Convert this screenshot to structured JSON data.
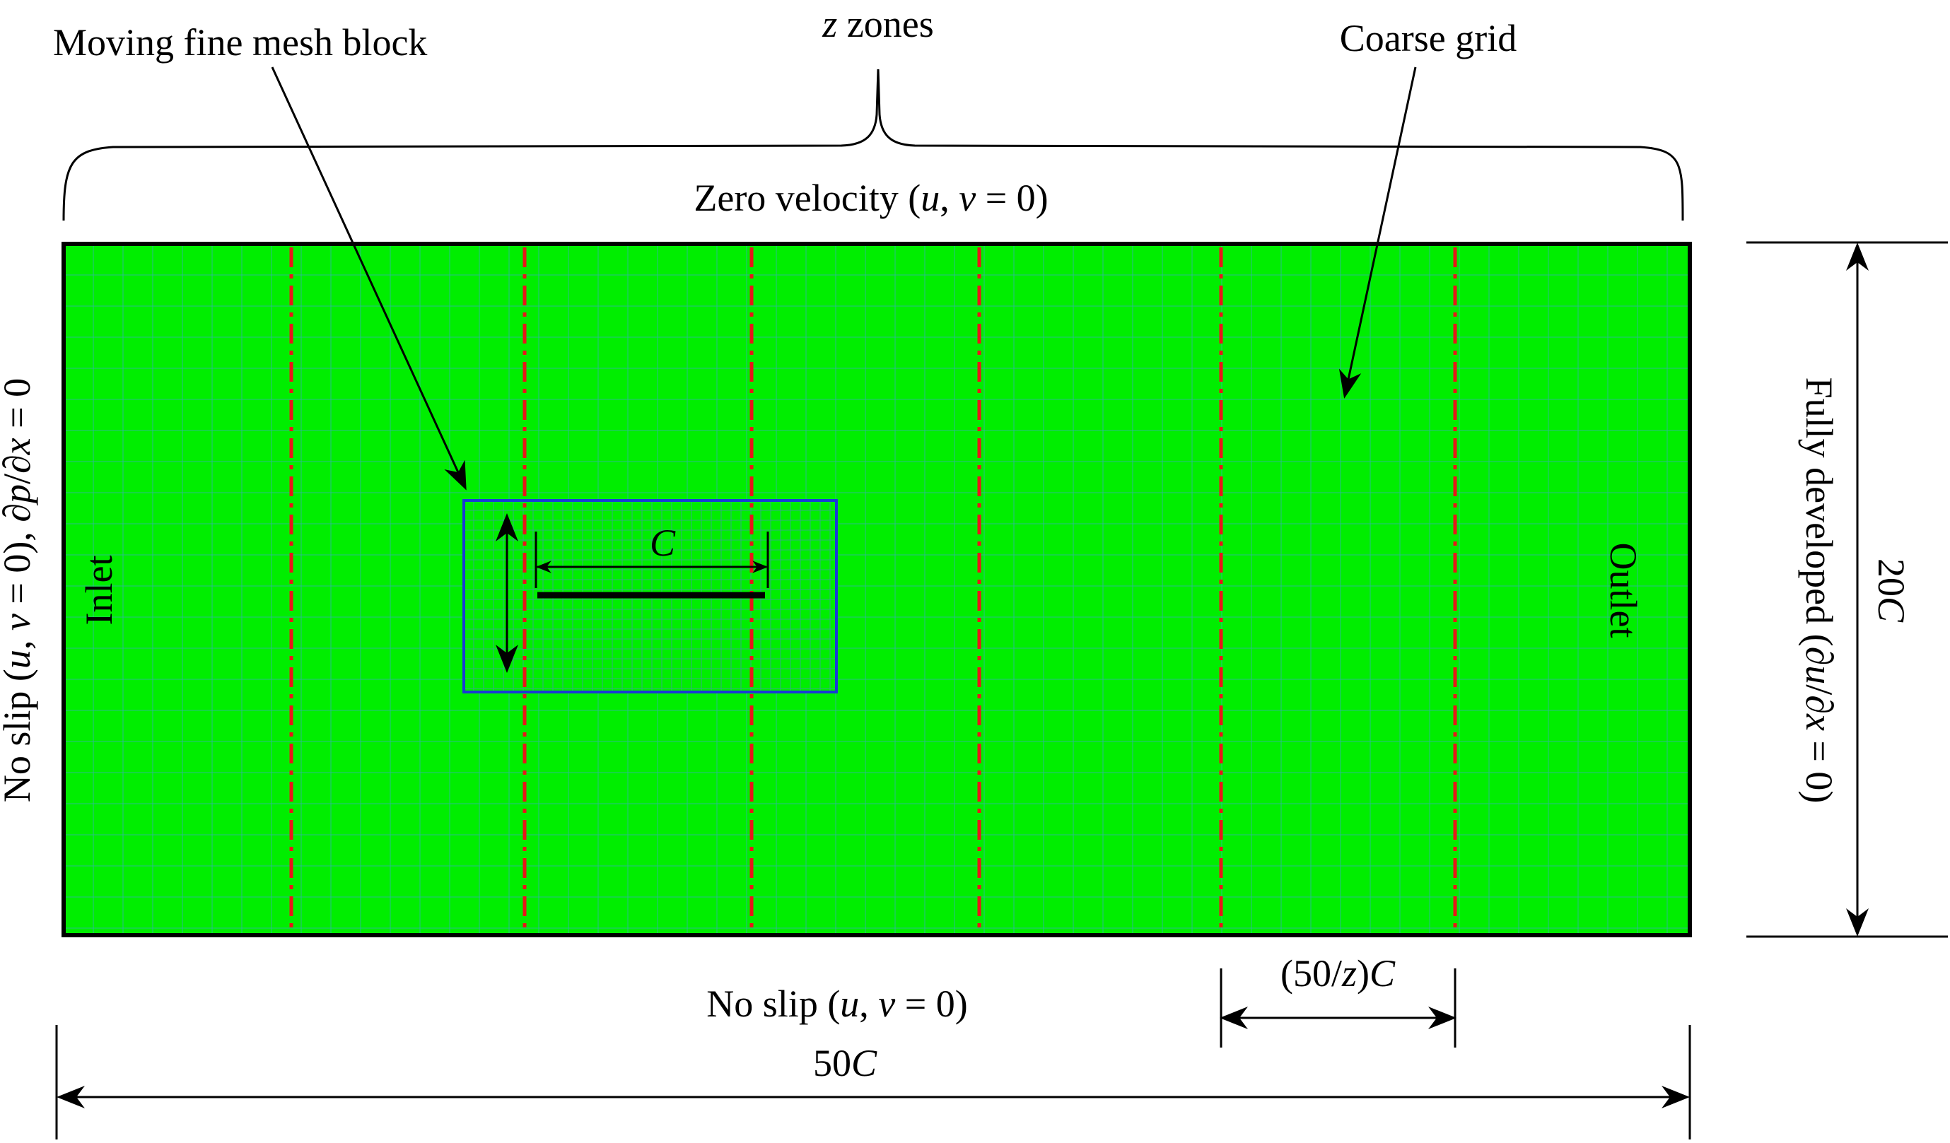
{
  "labels": {
    "z_zones_var": "z",
    "z_zones_word": " zones",
    "moving_block": "Moving fine mesh block",
    "coarse_grid": "Coarse grid",
    "top_bc": "Zero velocity (",
    "top_bc_u": "u",
    "top_bc_mid": ", ",
    "top_bc_v": "v",
    "top_bc_end": " = 0)",
    "bottom_bc": "No slip (",
    "bottom_bc_u": "u",
    "bottom_bc_mid": ", ",
    "bottom_bc_v": "v",
    "bottom_bc_end": " = 0)",
    "left_bc_a": "No slip (",
    "left_bc_u": "u",
    "left_bc_b": ", ",
    "left_bc_v": "v",
    "left_bc_c": " = 0), ∂",
    "left_bc_p": "p",
    "left_bc_d": "/∂",
    "left_bc_x": "x",
    "left_bc_e": " = 0",
    "right_bc_a": "Fully developed (∂",
    "right_bc_u": "u",
    "right_bc_b": "/∂",
    "right_bc_x": "x",
    "right_bc_c": " = 0)",
    "inlet": "Inlet",
    "outlet": "Outlet",
    "chord": "C",
    "height_num": "20",
    "height_var": "C",
    "length_num": "50",
    "length_var": "C",
    "zone_width_a": "(50/",
    "zone_width_z": "z",
    "zone_width_b": ")",
    "zone_width_c": "C"
  },
  "colors": {
    "domain_fill": "#00ee00",
    "coarse_grid_line": "#33b5a5",
    "zone_divider": "#e8161a",
    "fine_block_border": "#1a3ad6",
    "fine_grid_line": "#3aa890",
    "airfoil": "#000000"
  }
}
